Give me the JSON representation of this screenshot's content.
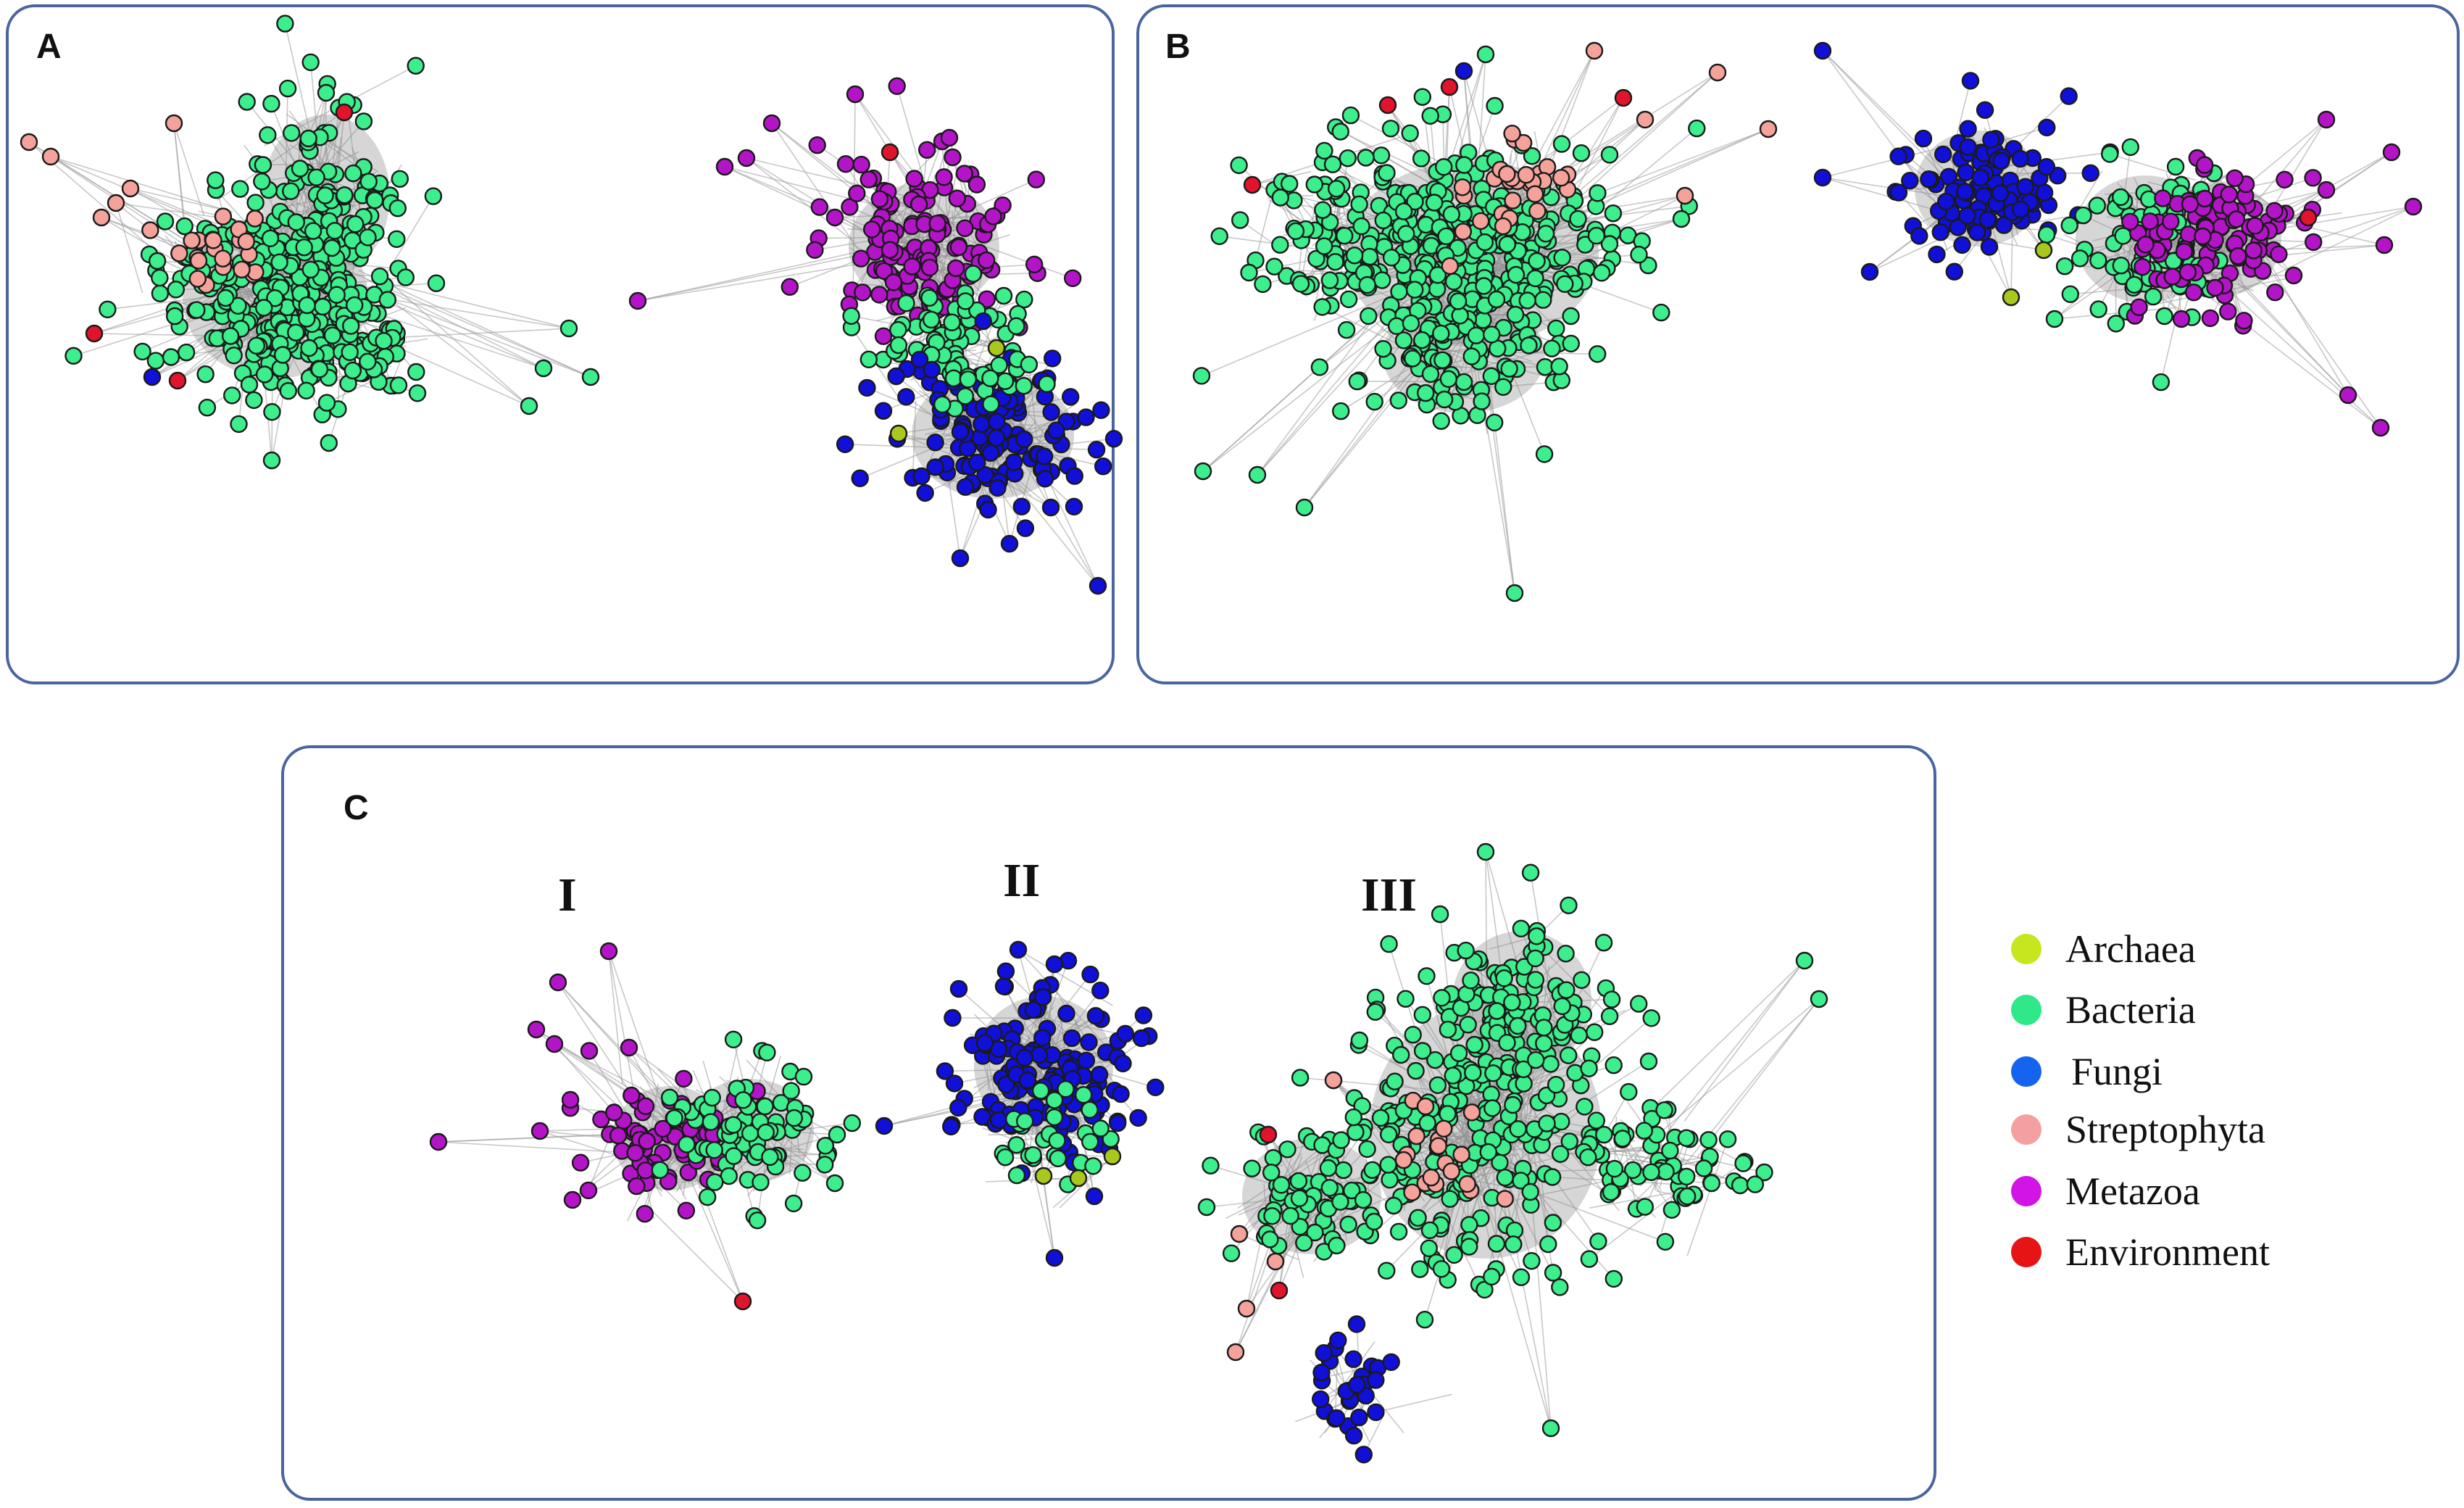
{
  "panels": [
    {
      "id": "A",
      "letter": "A"
    },
    {
      "id": "B",
      "letter": "B"
    },
    {
      "id": "C",
      "letter": "C",
      "cluster_labels": [
        "I",
        "II",
        "III"
      ]
    }
  ],
  "legend": [
    {
      "label": "Archaea",
      "color": "#c8e61e"
    },
    {
      "label": "Bacteria",
      "color": "#2ee88a"
    },
    {
      "label": "Fungi",
      "color": "#1464f0"
    },
    {
      "label": "Streptophyta",
      "color": "#f5a0a0"
    },
    {
      "label": "Metazoa",
      "color": "#d214e6"
    },
    {
      "label": "Environment",
      "color": "#e61414"
    }
  ],
  "colors": {
    "Archaea": "#a8c81e",
    "Bacteria": "#3cee8c",
    "Fungi": "#1010d8",
    "Streptophyta": "#f4a29a",
    "Metazoa": "#b414c8",
    "Environment": "#e0142a",
    "edge": "#9a9a9a",
    "panel_border": "#4a64a0"
  }
}
